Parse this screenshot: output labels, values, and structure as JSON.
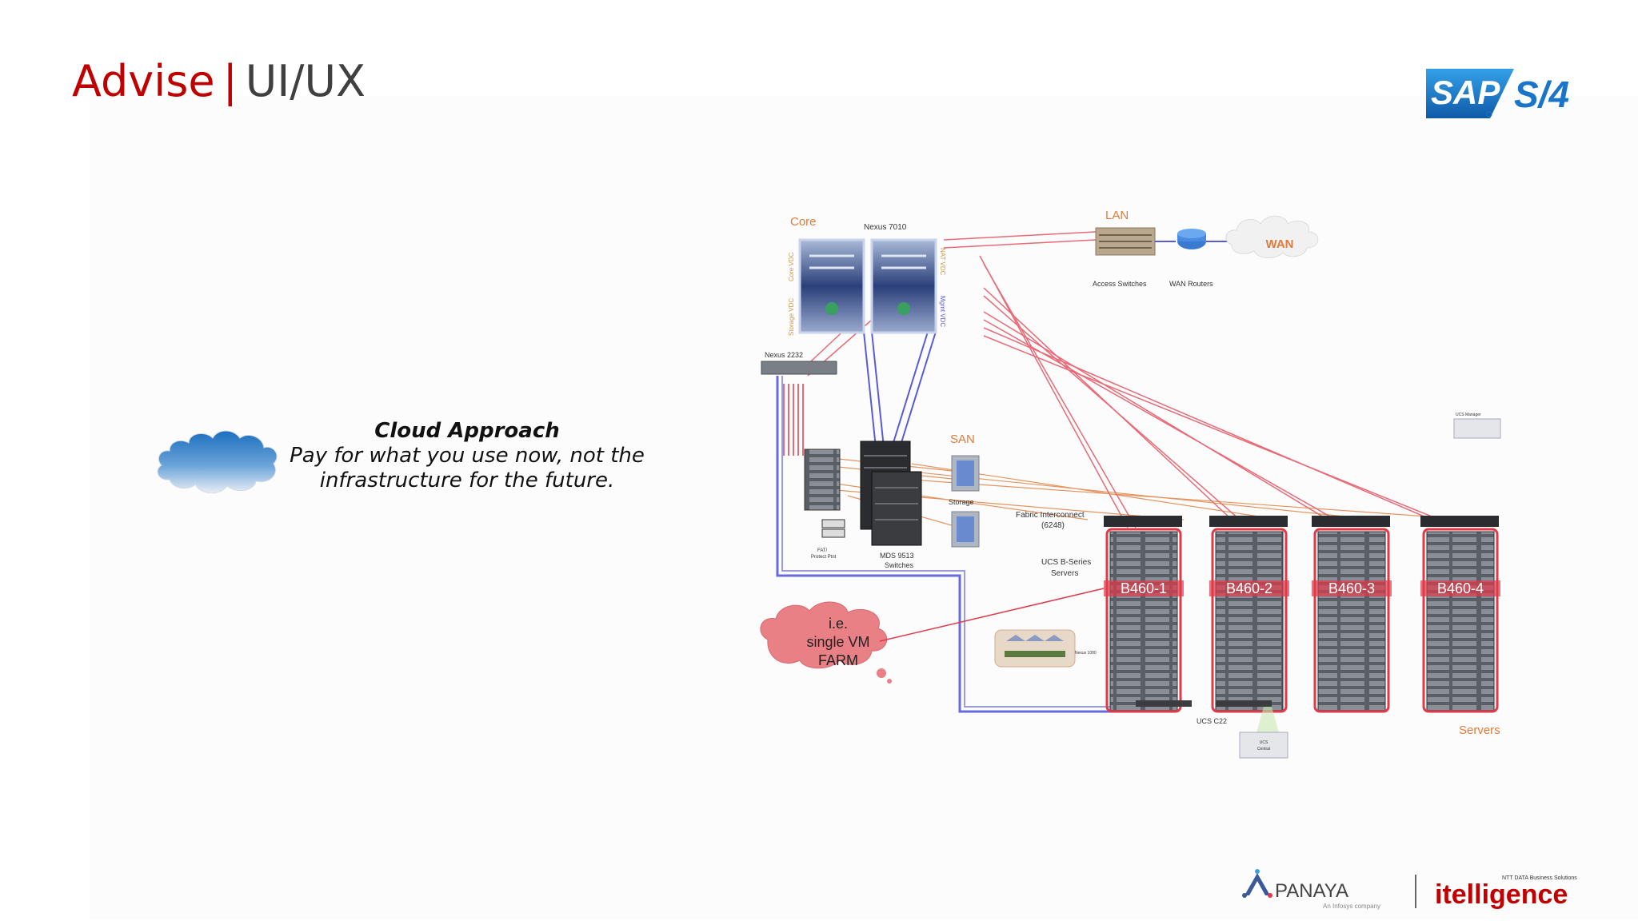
{
  "slide": {
    "title_main": "Advise",
    "title_separator": "|",
    "title_sub": "UI/UX"
  },
  "logos": {
    "sap_left": "SAP",
    "sap_right": "S/4",
    "panaya": "PANAYA",
    "panaya_tagline": "An Infosys company",
    "itelligence": "itelligence",
    "itelligence_tagline": "NTT DATA Business Solutions"
  },
  "callout": {
    "heading": "Cloud Approach",
    "line1": "Pay for what you use now, not the",
    "line2": "infrastructure for the future."
  },
  "diagram": {
    "core_label": "Core",
    "nexus7010_label": "Nexus 7010",
    "core_vdc": "Core VDC",
    "storage_vdc": "Storage VDC",
    "nat_vdc": "NAT VDC",
    "mgmt_vdc": "Mgmt VDC",
    "lan_label": "LAN",
    "access_switches": "Access Switches",
    "wan_routers": "WAN Routers",
    "wan_label": "WAN",
    "nexus2232_label": "Nexus 2232",
    "san_label": "SAN",
    "storage_label": "Storage",
    "mds_label1": "MDS 9513",
    "mds_label2": "Switches",
    "fvt_label1": "FAT/",
    "fvt_label2": "Protect Ptnt",
    "fabric_label1": "Fabric Interconnect",
    "fabric_label2": "(6248)",
    "ucsb_label1": "UCS B-Series",
    "ucsb_label2": "Servers",
    "farm_line1": "i.e.",
    "farm_line2": "single VM",
    "farm_line3": "FARM",
    "nexus1000_label": "Nexus 1000",
    "ucs_manager": "UCS Manager",
    "ucs_c22": "UCS C22",
    "ucs_central1": "UCS",
    "ucs_central2": "Central",
    "servers_label": "Servers",
    "racks": [
      "B460-1",
      "B460-2",
      "B460-3",
      "B460-4"
    ]
  },
  "colors": {
    "title_red": "#c00000",
    "title_gray": "#404040",
    "diagram_orange": "#e07b3a",
    "link_red": "#e03a4a",
    "link_blue": "#5a5ad8",
    "sap_blue": "#1a74c8"
  }
}
